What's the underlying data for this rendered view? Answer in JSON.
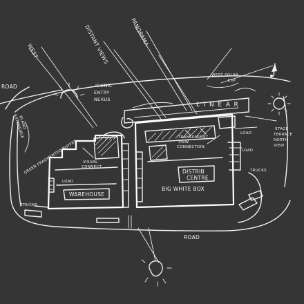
{
  "labels": {
    "distant_views": "DISTANT VIEWS",
    "panorama": "PANORAMA",
    "west": "WEST",
    "road_top": "ROAD",
    "iconic_entry_nexus": [
      "ICONIC",
      "ENTRY",
      "NEXUS"
    ],
    "west_solar_exp": [
      "WEST SOLAR",
      "EXP"
    ],
    "linear": "L I N E A R",
    "transparent_view_connection": [
      "TRANSPARENT",
      "VIEW",
      "CONNECTION"
    ],
    "stage_terrace_north_view": [
      "STAGE",
      "TERRACE",
      "NORTH",
      "VIEW"
    ],
    "bland_extensible": [
      "BLAND",
      "EXTENSIBLE"
    ],
    "green_fragmented_buffer": "GREEN FRAGMENTED BUFFER",
    "visual_connect": [
      "VISUAL",
      "CONNECT"
    ],
    "load_left": "LOAD",
    "warehouse": "WAREHOUSE",
    "trucks_left": "TRUCKS",
    "distrib_centre": [
      "DISTRIB",
      "CENTRE"
    ],
    "big_white_box": "BIG WHITE BOX",
    "load_right_top": "LOAD",
    "load_right": "LOAD",
    "trucks_right": "TRUCKS",
    "road_bottom": "ROAD"
  },
  "colors": {
    "background": "#353535",
    "ink": "#f2f2f2"
  },
  "icons": [
    "sun-icon-top",
    "sun-icon-right",
    "sun-icon-bottom",
    "north-arrow-icon"
  ]
}
